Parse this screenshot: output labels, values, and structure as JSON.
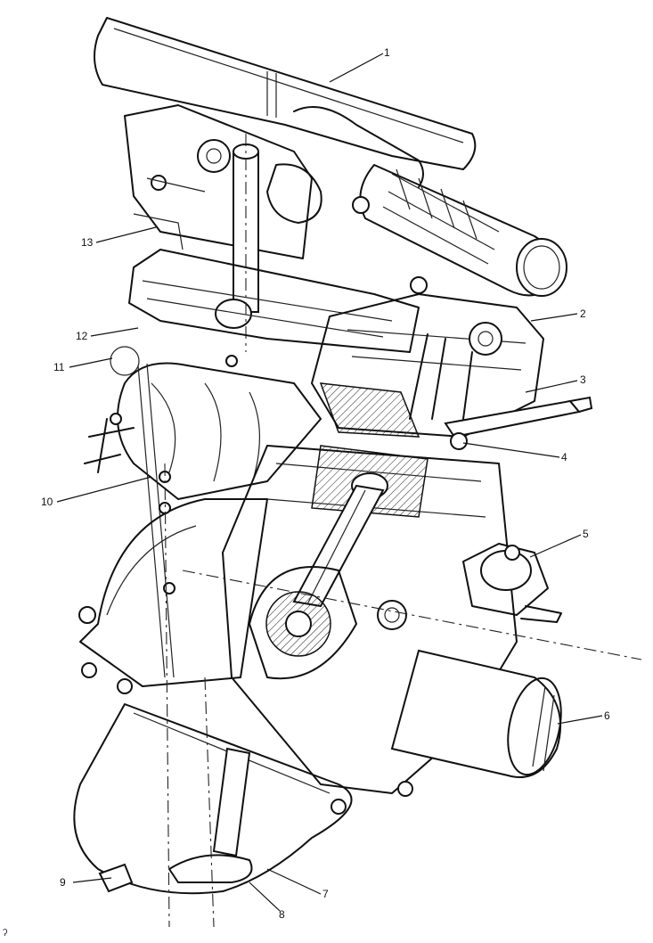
{
  "figure": {
    "callouts": [
      {
        "id": "c1",
        "label": "1"
      },
      {
        "id": "c2",
        "label": "2"
      },
      {
        "id": "c3",
        "label": "3"
      },
      {
        "id": "c4",
        "label": "4"
      },
      {
        "id": "c5",
        "label": "5"
      },
      {
        "id": "c6",
        "label": "6"
      },
      {
        "id": "c7",
        "label": "7"
      },
      {
        "id": "c8",
        "label": "8"
      },
      {
        "id": "c9",
        "label": "9"
      },
      {
        "id": "c10",
        "label": "10"
      },
      {
        "id": "c11",
        "label": "11"
      },
      {
        "id": "c12",
        "label": "12"
      },
      {
        "id": "c13",
        "label": "13"
      }
    ],
    "corner_mark": "ʔ"
  }
}
